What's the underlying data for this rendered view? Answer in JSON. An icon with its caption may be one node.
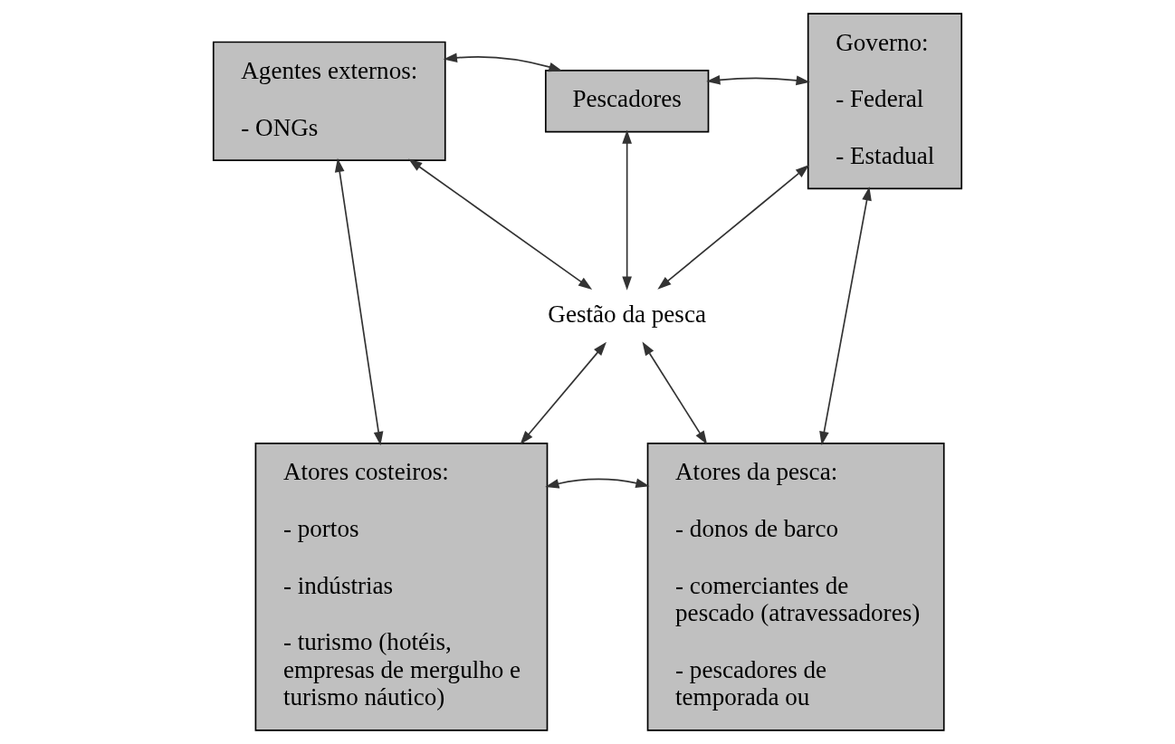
{
  "diagram": {
    "nodes": [
      {
        "text": [
          "Pescadores"
        ]
      },
      {
        "text": [
          "Agentes externos:",
          "- ONGs"
        ]
      },
      {
        "text": [
          "Governo:",
          "- Federal",
          "- Estadual"
        ]
      },
      {
        "text": [
          "Gestão da pesca"
        ]
      },
      {
        "text": [
          "Atores costeiros:",
          "- portos",
          "- indústrias",
          "- turismo (hotéis, empresas de mergulho e turismo náutico)"
        ]
      },
      {
        "text": [
          "Atores da pesca:",
          "- donos de barco",
          "- comerciantes de pescado (atravessadores)",
          "- pescadores de temporada ou"
        ]
      }
    ],
    "edges": [
      {
        "from": 0,
        "to": 1,
        "arrow": "both"
      },
      {
        "from": 0,
        "to": 2,
        "arrow": "both"
      },
      {
        "from": 0,
        "to": 3,
        "arrow": "both"
      },
      {
        "from": 1,
        "to": 3,
        "arrow": "both"
      },
      {
        "from": 2,
        "to": 3,
        "arrow": "both"
      },
      {
        "from": 1,
        "to": 4,
        "arrow": "both"
      },
      {
        "from": 2,
        "to": 5,
        "arrow": "both"
      },
      {
        "from": 3,
        "to": 4,
        "arrow": "both"
      },
      {
        "from": 3,
        "to": 5,
        "arrow": "both"
      },
      {
        "from": 4,
        "to": 5,
        "arrow": "both"
      }
    ]
  }
}
